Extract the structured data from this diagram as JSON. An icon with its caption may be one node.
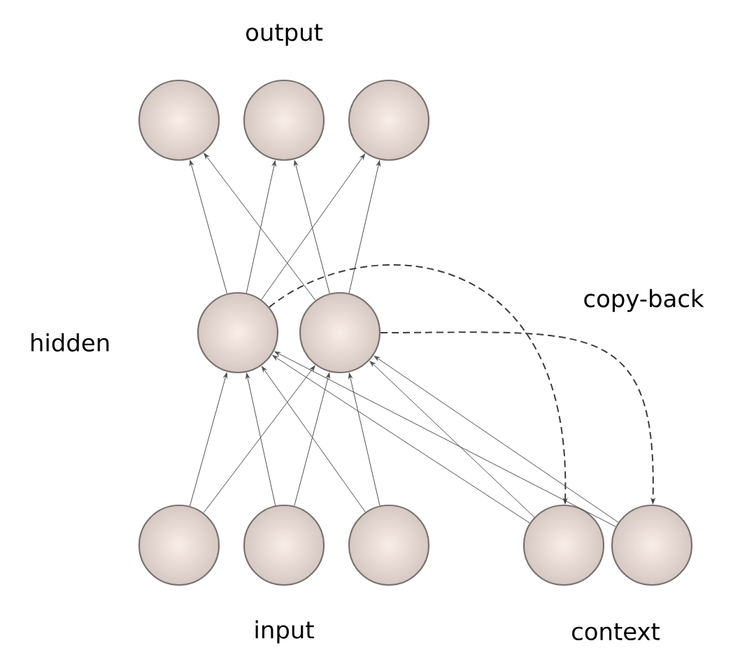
{
  "diagram": {
    "nodes": [
      {
        "text": [],
        "shape": "circle"
      },
      {
        "text": [],
        "shape": "circle"
      },
      {
        "text": [],
        "shape": "circle"
      },
      {
        "text": [],
        "shape": "circle"
      },
      {
        "text": [],
        "shape": "circle"
      },
      {
        "text": [],
        "shape": "circle"
      },
      {
        "text": [],
        "shape": "circle"
      },
      {
        "text": [],
        "shape": "circle"
      },
      {
        "text": [],
        "shape": "circle"
      },
      {
        "text": [],
        "shape": "circle"
      }
    ],
    "edges": [
      {
        "from": 3,
        "to": 0,
        "arrow": "to"
      },
      {
        "from": 3,
        "to": 1,
        "arrow": "to"
      },
      {
        "from": 3,
        "to": 2,
        "arrow": "to"
      },
      {
        "from": 4,
        "to": 0,
        "arrow": "to"
      },
      {
        "from": 4,
        "to": 1,
        "arrow": "to"
      },
      {
        "from": 4,
        "to": 2,
        "arrow": "to"
      },
      {
        "from": 5,
        "to": 3,
        "arrow": "to"
      },
      {
        "from": 5,
        "to": 4,
        "arrow": "to"
      },
      {
        "from": 6,
        "to": 3,
        "arrow": "to"
      },
      {
        "from": 6,
        "to": 4,
        "arrow": "to"
      },
      {
        "from": 7,
        "to": 3,
        "arrow": "to"
      },
      {
        "from": 7,
        "to": 4,
        "arrow": "to"
      },
      {
        "from": 8,
        "to": 3,
        "arrow": "to"
      },
      {
        "from": 8,
        "to": 4,
        "arrow": "to"
      },
      {
        "from": 9,
        "to": 3,
        "arrow": "to"
      },
      {
        "from": 9,
        "to": 4,
        "arrow": "to"
      },
      {
        "from": 3,
        "to": 8,
        "arrow": "to",
        "style": "dashed"
      },
      {
        "from": 4,
        "to": 9,
        "arrow": "to",
        "style": "dashed"
      }
    ],
    "labels": [
      "output",
      "hidden",
      "copy-back",
      "input",
      "context"
    ]
  }
}
